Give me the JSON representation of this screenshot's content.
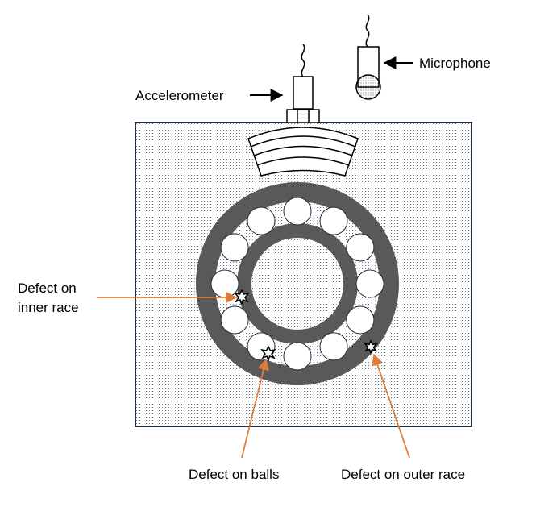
{
  "labels": {
    "accelerometer": "Accelerometer",
    "microphone": "Microphone",
    "defect_inner_line1": "Defect on",
    "defect_inner_line2": "inner race",
    "defect_balls": "Defect on balls",
    "defect_outer": "Defect on outer race"
  },
  "colors": {
    "race": "#595959",
    "housing_border": "#1f2d3d",
    "dots": "#6b7a8a",
    "callout_arrow": "#e07b39",
    "sensor_arrow": "#000000",
    "ball_fill": "#ffffff"
  },
  "icons": [
    "accelerometer-sensor-icon",
    "microphone-icon",
    "defect-star-icon"
  ]
}
